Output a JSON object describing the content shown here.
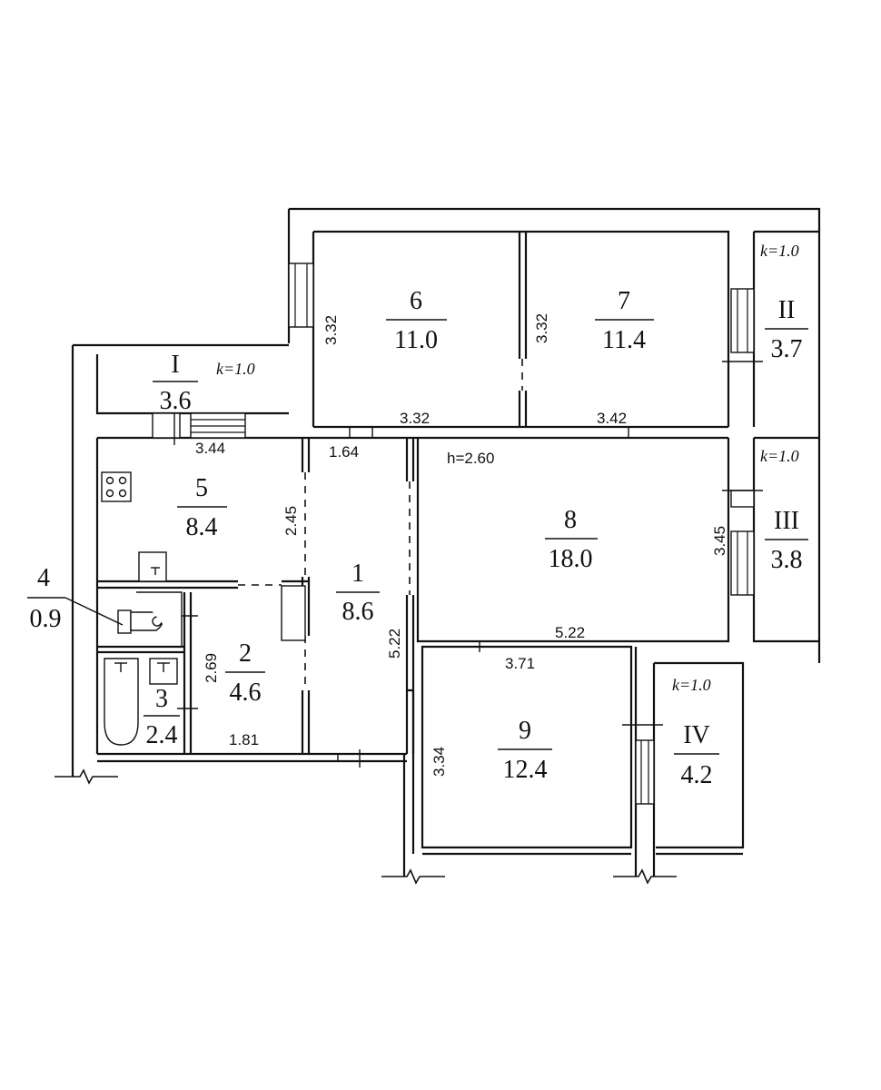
{
  "rooms": [
    {
      "id": "1",
      "area": "8.6"
    },
    {
      "id": "2",
      "area": "4.6"
    },
    {
      "id": "3",
      "area": "2.4"
    },
    {
      "id": "4",
      "area": "0.9"
    },
    {
      "id": "5",
      "area": "8.4"
    },
    {
      "id": "6",
      "area": "11.0"
    },
    {
      "id": "7",
      "area": "11.4"
    },
    {
      "id": "8",
      "area": "18.0"
    },
    {
      "id": "9",
      "area": "12.4"
    }
  ],
  "balconies": [
    {
      "id": "I",
      "area": "3.6",
      "k": "k=1.0"
    },
    {
      "id": "II",
      "area": "3.7",
      "k": "k=1.0"
    },
    {
      "id": "III",
      "area": "3.8",
      "k": "k=1.0"
    },
    {
      "id": "IV",
      "area": "4.2",
      "k": "k=1.0"
    }
  ],
  "dimensions": {
    "d_3_44": "3.44",
    "d_1_64": "1.64",
    "d_3_32_top": "3.32",
    "d_3_42": "3.42",
    "d_3_32_room6": "3.32",
    "d_3_32_room7": "3.32",
    "d_2_45": "2.45",
    "d_2_69": "2.69",
    "d_1_81": "1.81",
    "d_5_22_vert": "5.22",
    "d_5_22_horiz": "5.22",
    "d_3_71": "3.71",
    "d_3_45": "3.45",
    "d_3_34": "3.34",
    "ceiling_height": "h=2.60"
  }
}
